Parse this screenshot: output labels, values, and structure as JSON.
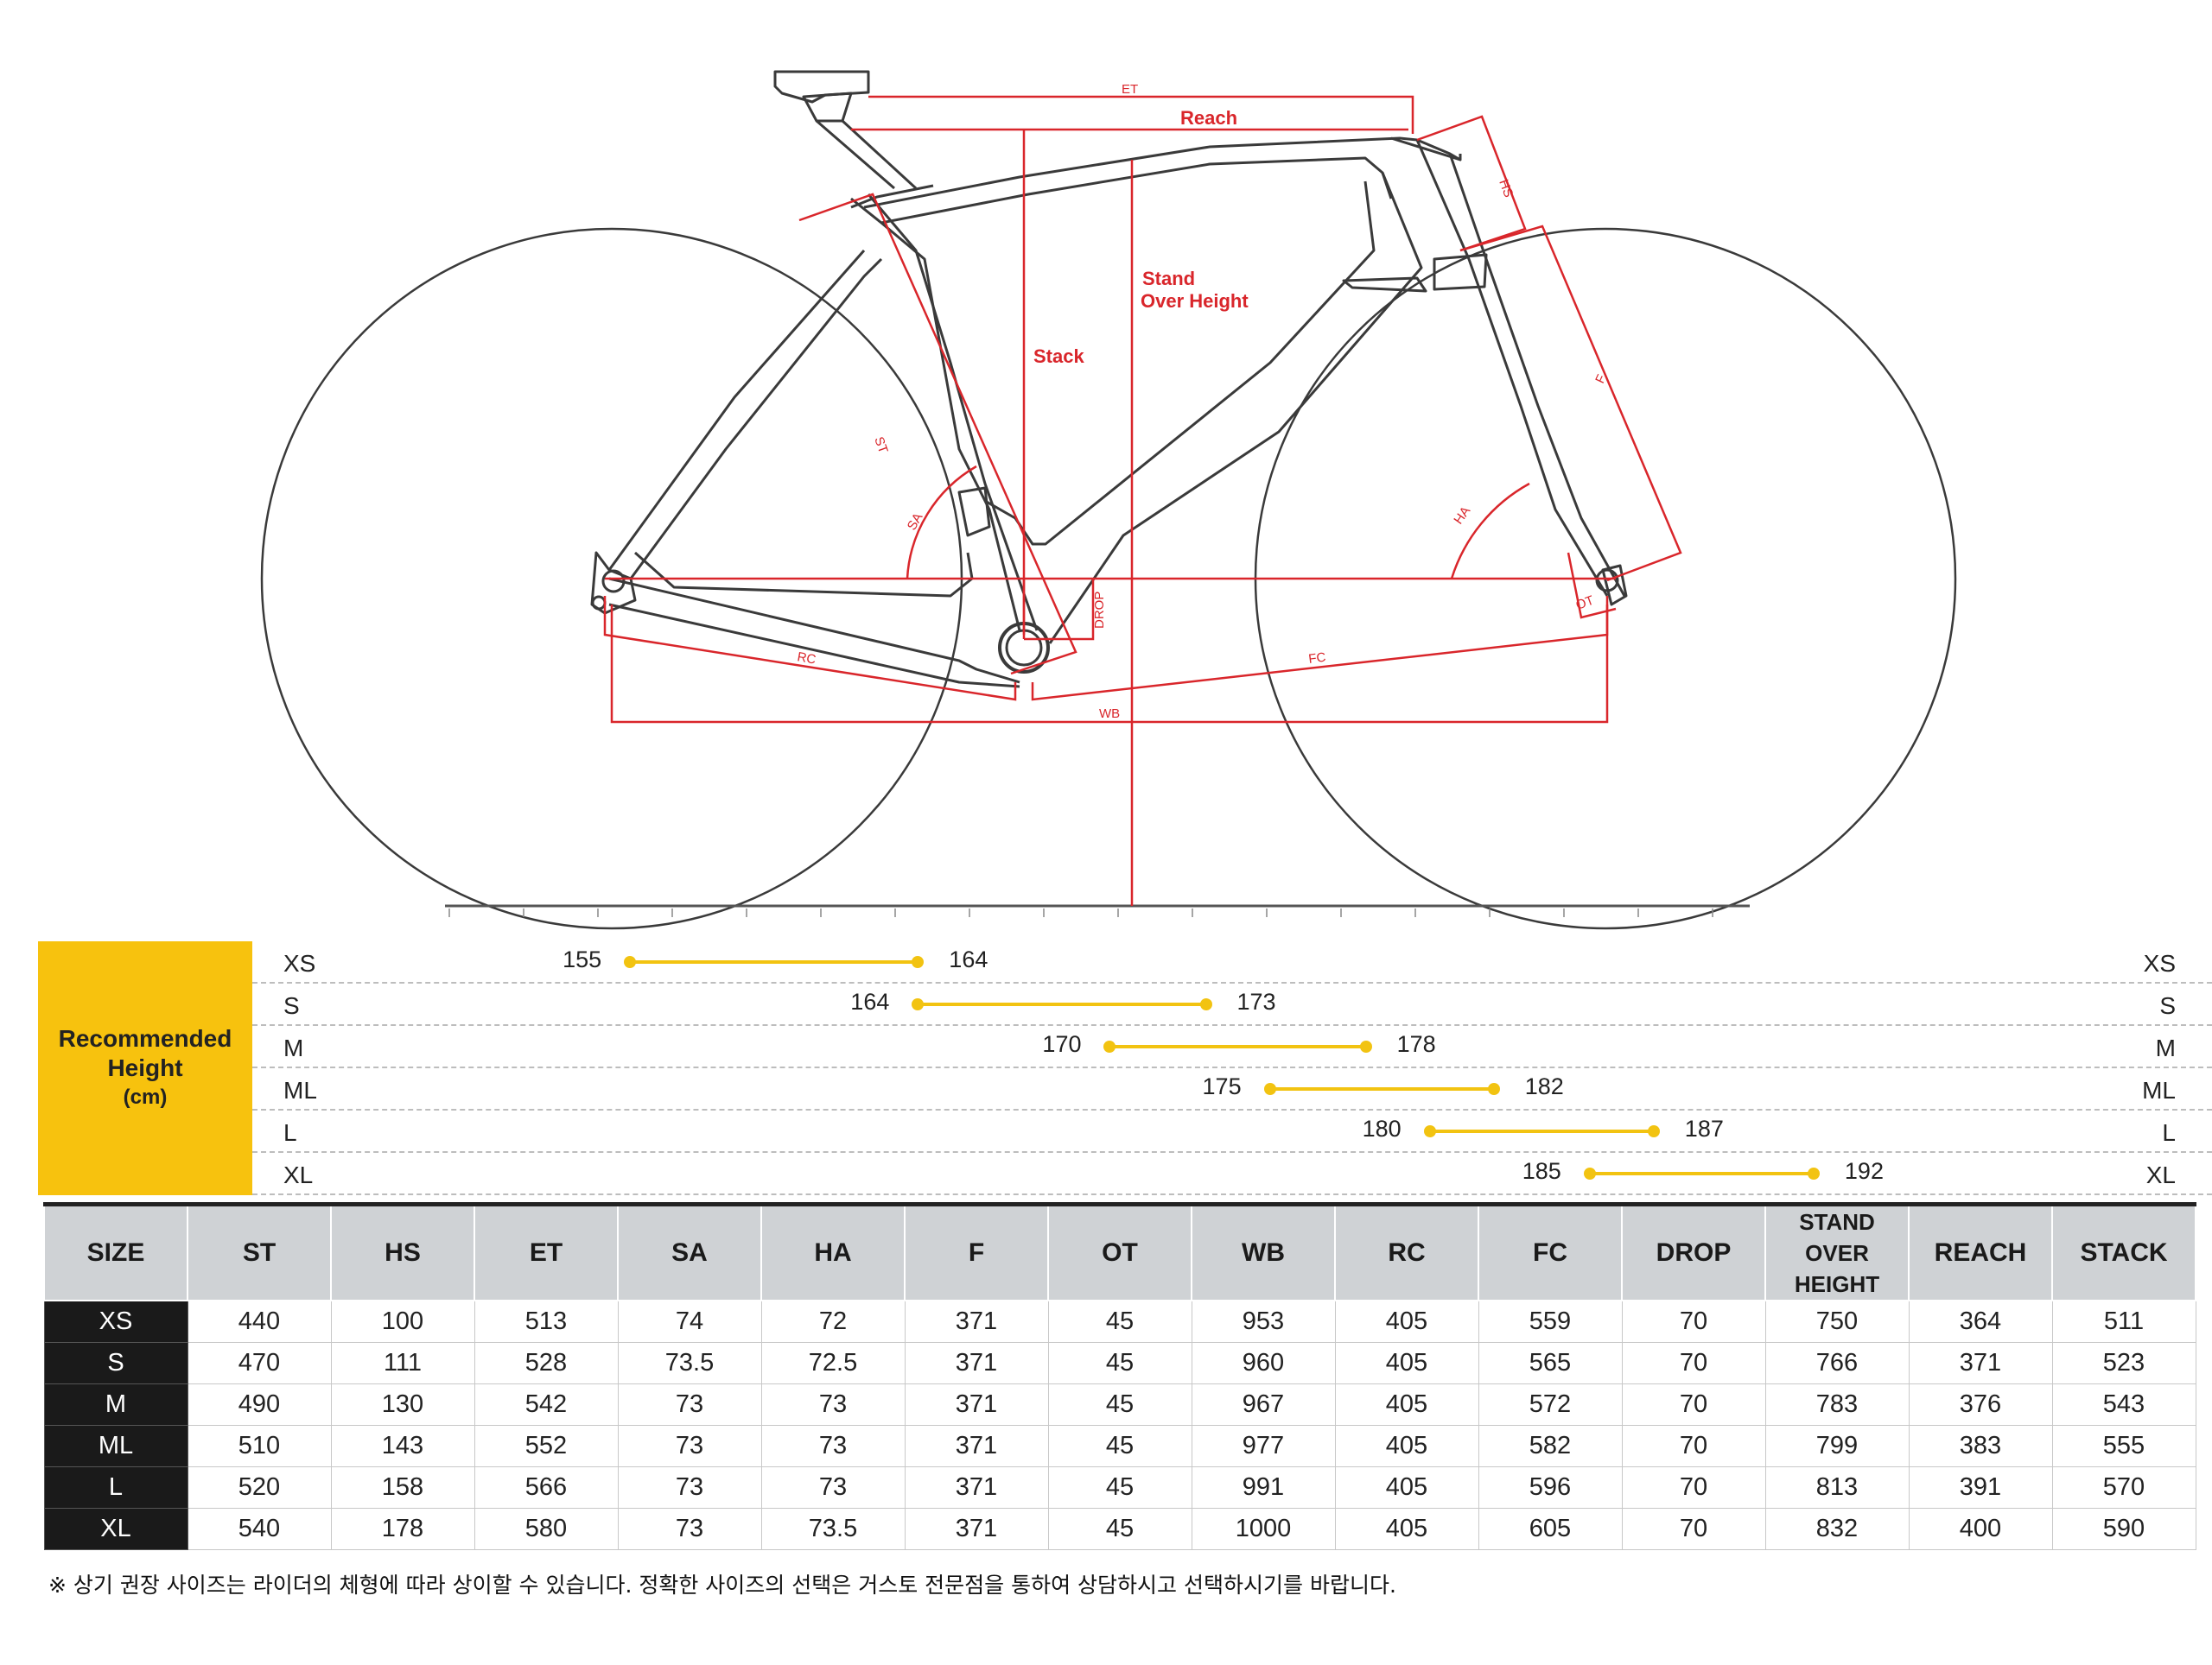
{
  "diagram": {
    "labels": {
      "et": "ET",
      "reach": "Reach",
      "hs": "HS",
      "stand_line1": "Stand",
      "stand_line2": "Over Height",
      "stack": "Stack",
      "st": "ST",
      "sa": "SA",
      "f": "F",
      "ha": "HA",
      "drop": "DROP",
      "ot": "OT",
      "rc": "RC",
      "fc": "FC",
      "wb": "WB"
    },
    "colors": {
      "dimension": "#d9262b",
      "frame": "#3a3a3a",
      "wheel": "#3a3a3a"
    }
  },
  "recommended": {
    "title_line1": "Recommended",
    "title_line2": "Height",
    "unit": "(cm)",
    "accent": "#f7c20e",
    "bar_color": "#f2c311",
    "scale_min": 150,
    "scale_max": 196,
    "rows": [
      {
        "size": "XS",
        "min": "155",
        "max": "164"
      },
      {
        "size": "S",
        "min": "164",
        "max": "173"
      },
      {
        "size": "M",
        "min": "170",
        "max": "178"
      },
      {
        "size": "ML",
        "min": "175",
        "max": "182"
      },
      {
        "size": "L",
        "min": "180",
        "max": "187"
      },
      {
        "size": "XL",
        "min": "185",
        "max": "192"
      }
    ]
  },
  "table": {
    "headers": [
      "SIZE",
      "ST",
      "HS",
      "ET",
      "SA",
      "HA",
      "F",
      "OT",
      "WB",
      "RC",
      "FC",
      "DROP",
      "STAND OVER HEIGHT",
      "REACH",
      "STACK"
    ],
    "rows": [
      [
        "XS",
        "440",
        "100",
        "513",
        "74",
        "72",
        "371",
        "45",
        "953",
        "405",
        "559",
        "70",
        "750",
        "364",
        "511"
      ],
      [
        "S",
        "470",
        "111",
        "528",
        "73.5",
        "72.5",
        "371",
        "45",
        "960",
        "405",
        "565",
        "70",
        "766",
        "371",
        "523"
      ],
      [
        "M",
        "490",
        "130",
        "542",
        "73",
        "73",
        "371",
        "45",
        "967",
        "405",
        "572",
        "70",
        "783",
        "376",
        "543"
      ],
      [
        "ML",
        "510",
        "143",
        "552",
        "73",
        "73",
        "371",
        "45",
        "977",
        "405",
        "582",
        "70",
        "799",
        "383",
        "555"
      ],
      [
        "L",
        "520",
        "158",
        "566",
        "73",
        "73",
        "371",
        "45",
        "991",
        "405",
        "596",
        "70",
        "813",
        "391",
        "570"
      ],
      [
        "XL",
        "540",
        "178",
        "580",
        "73",
        "73.5",
        "371",
        "45",
        "1000",
        "405",
        "605",
        "70",
        "832",
        "400",
        "590"
      ]
    ]
  },
  "note": "※ 상기 권장 사이즈는 라이더의 체형에 따라 상이할 수 있습니다. 정확한 사이즈의 선택은 거스토 전문점을 통하여 상담하시고 선택하시기를 바랍니다."
}
